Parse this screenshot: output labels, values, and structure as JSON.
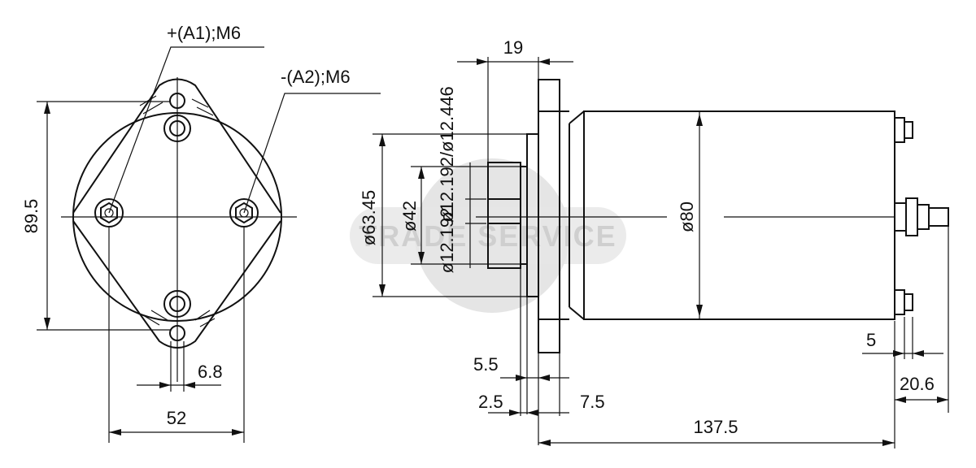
{
  "labels": {
    "terminal_a1": "+(A1);M6",
    "terminal_a2": "-(A2);M6",
    "height": "89.5",
    "bolt_spacing": "52",
    "hole_dia": "6.8",
    "pilot_length": "19",
    "flange_dia": "ø63.45",
    "pilot_dia": "ø42",
    "shaft_dia_1": "ø12.192/ø12.446",
    "shaft_dia_2": "ø12.192",
    "body_dia": "ø80",
    "flange_thick": "5.5",
    "spacer": "2.5",
    "offset": "7.5",
    "total_length": "137.5",
    "terminal_gap": "5",
    "terminal_length": "20.6"
  },
  "watermark": {
    "text": "TRADE SERVICE",
    "color": "#d4d4d4"
  }
}
